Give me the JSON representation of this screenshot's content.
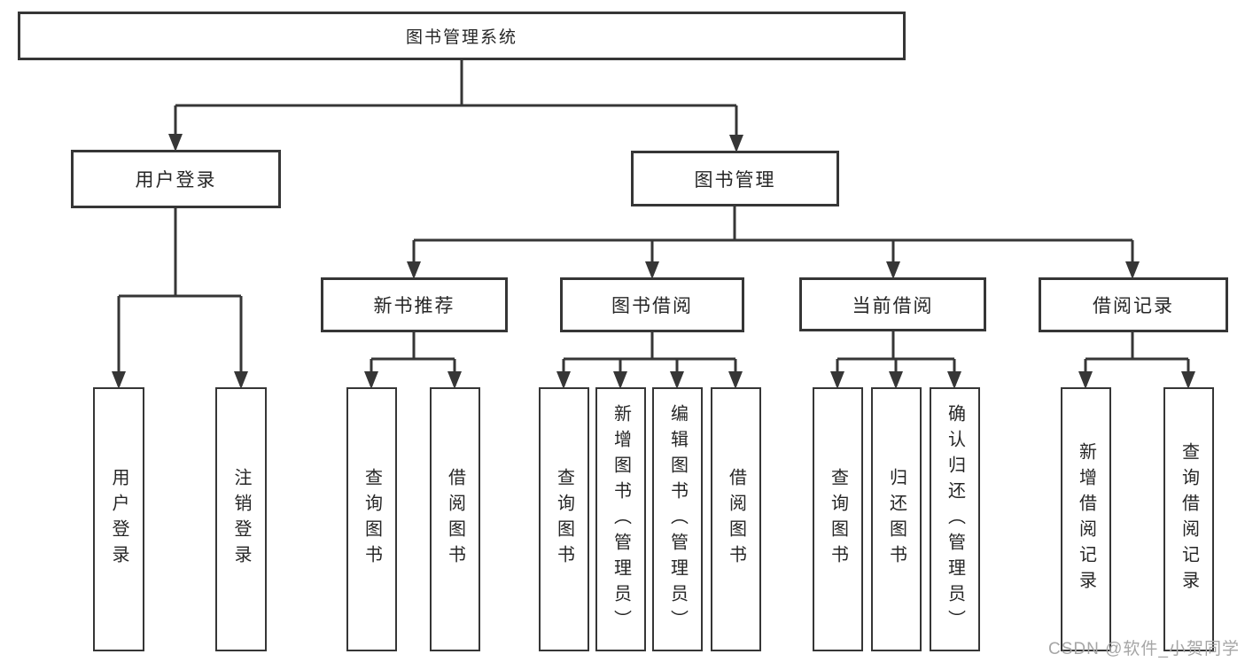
{
  "diagram_type": "hierarchy-tree",
  "tree": {
    "label": "图书管理系统",
    "children": [
      {
        "label": "用户登录",
        "children": [
          {
            "label": "用户登录"
          },
          {
            "label": "注销登录"
          }
        ]
      },
      {
        "label": "图书管理",
        "children": [
          {
            "label": "新书推荐",
            "children": [
              {
                "label": "查询图书"
              },
              {
                "label": "借阅图书"
              }
            ]
          },
          {
            "label": "图书借阅",
            "children": [
              {
                "label": "查询图书"
              },
              {
                "label": "新增图书（管理员）"
              },
              {
                "label": "编辑图书（管理员）"
              },
              {
                "label": "借阅图书"
              }
            ]
          },
          {
            "label": "当前借阅",
            "children": [
              {
                "label": "查询图书"
              },
              {
                "label": "归还图书"
              },
              {
                "label": "确认归还（管理员）"
              }
            ]
          },
          {
            "label": "借阅记录",
            "children": [
              {
                "label": "新增借阅记录"
              },
              {
                "label": "查询借阅记录"
              }
            ]
          }
        ]
      }
    ]
  },
  "watermark": {
    "text": "CSDN @软件_小贺同学"
  },
  "colors": {
    "background": "#ffffff",
    "line": "#363636",
    "box_border": "#363636",
    "text": "#262626",
    "watermark": "#a6a6a6"
  }
}
